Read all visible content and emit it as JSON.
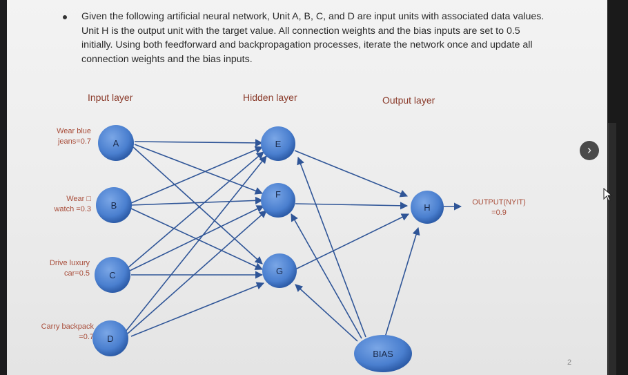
{
  "question": {
    "text": "Given the following artificial neural network, Unit A, B, C, and D are input units with associated data values. Unit H is the output unit with the target value. All connection weights and the bias inputs are set to 0.5 initially. Using both feedforward and backpropagation processes, iterate the network once and update all connection weights and the bias inputs."
  },
  "layers": {
    "input": "Input layer",
    "hidden": "Hidden layer",
    "output": "Output layer"
  },
  "inputs": [
    {
      "unit": "A",
      "label_line1": "Wear blue",
      "label_line2": "jeans=0.7"
    },
    {
      "unit": "B",
      "label_line1": "Wear □",
      "label_line2": "watch =0.3"
    },
    {
      "unit": "C",
      "label_line1": "Drive luxury",
      "label_line2": "car=0.5"
    },
    {
      "unit": "D",
      "label_line1": "Carry backpack",
      "label_line2": "=0.7"
    }
  ],
  "hidden": [
    "E",
    "F",
    "G"
  ],
  "output": {
    "unit": "H",
    "label_line1": "OUTPUT(NYIT)",
    "label_line2": "=0.9"
  },
  "bias": "BIAS",
  "page_number": "2",
  "colors": {
    "node_fill": "#4a7fcf",
    "node_dark": "#2d5ca8",
    "arrow": "#2f5597",
    "label_red": "#a84d3a"
  },
  "icons": {
    "next": "chevron-right-icon",
    "cursor": "mouse-pointer-icon"
  }
}
